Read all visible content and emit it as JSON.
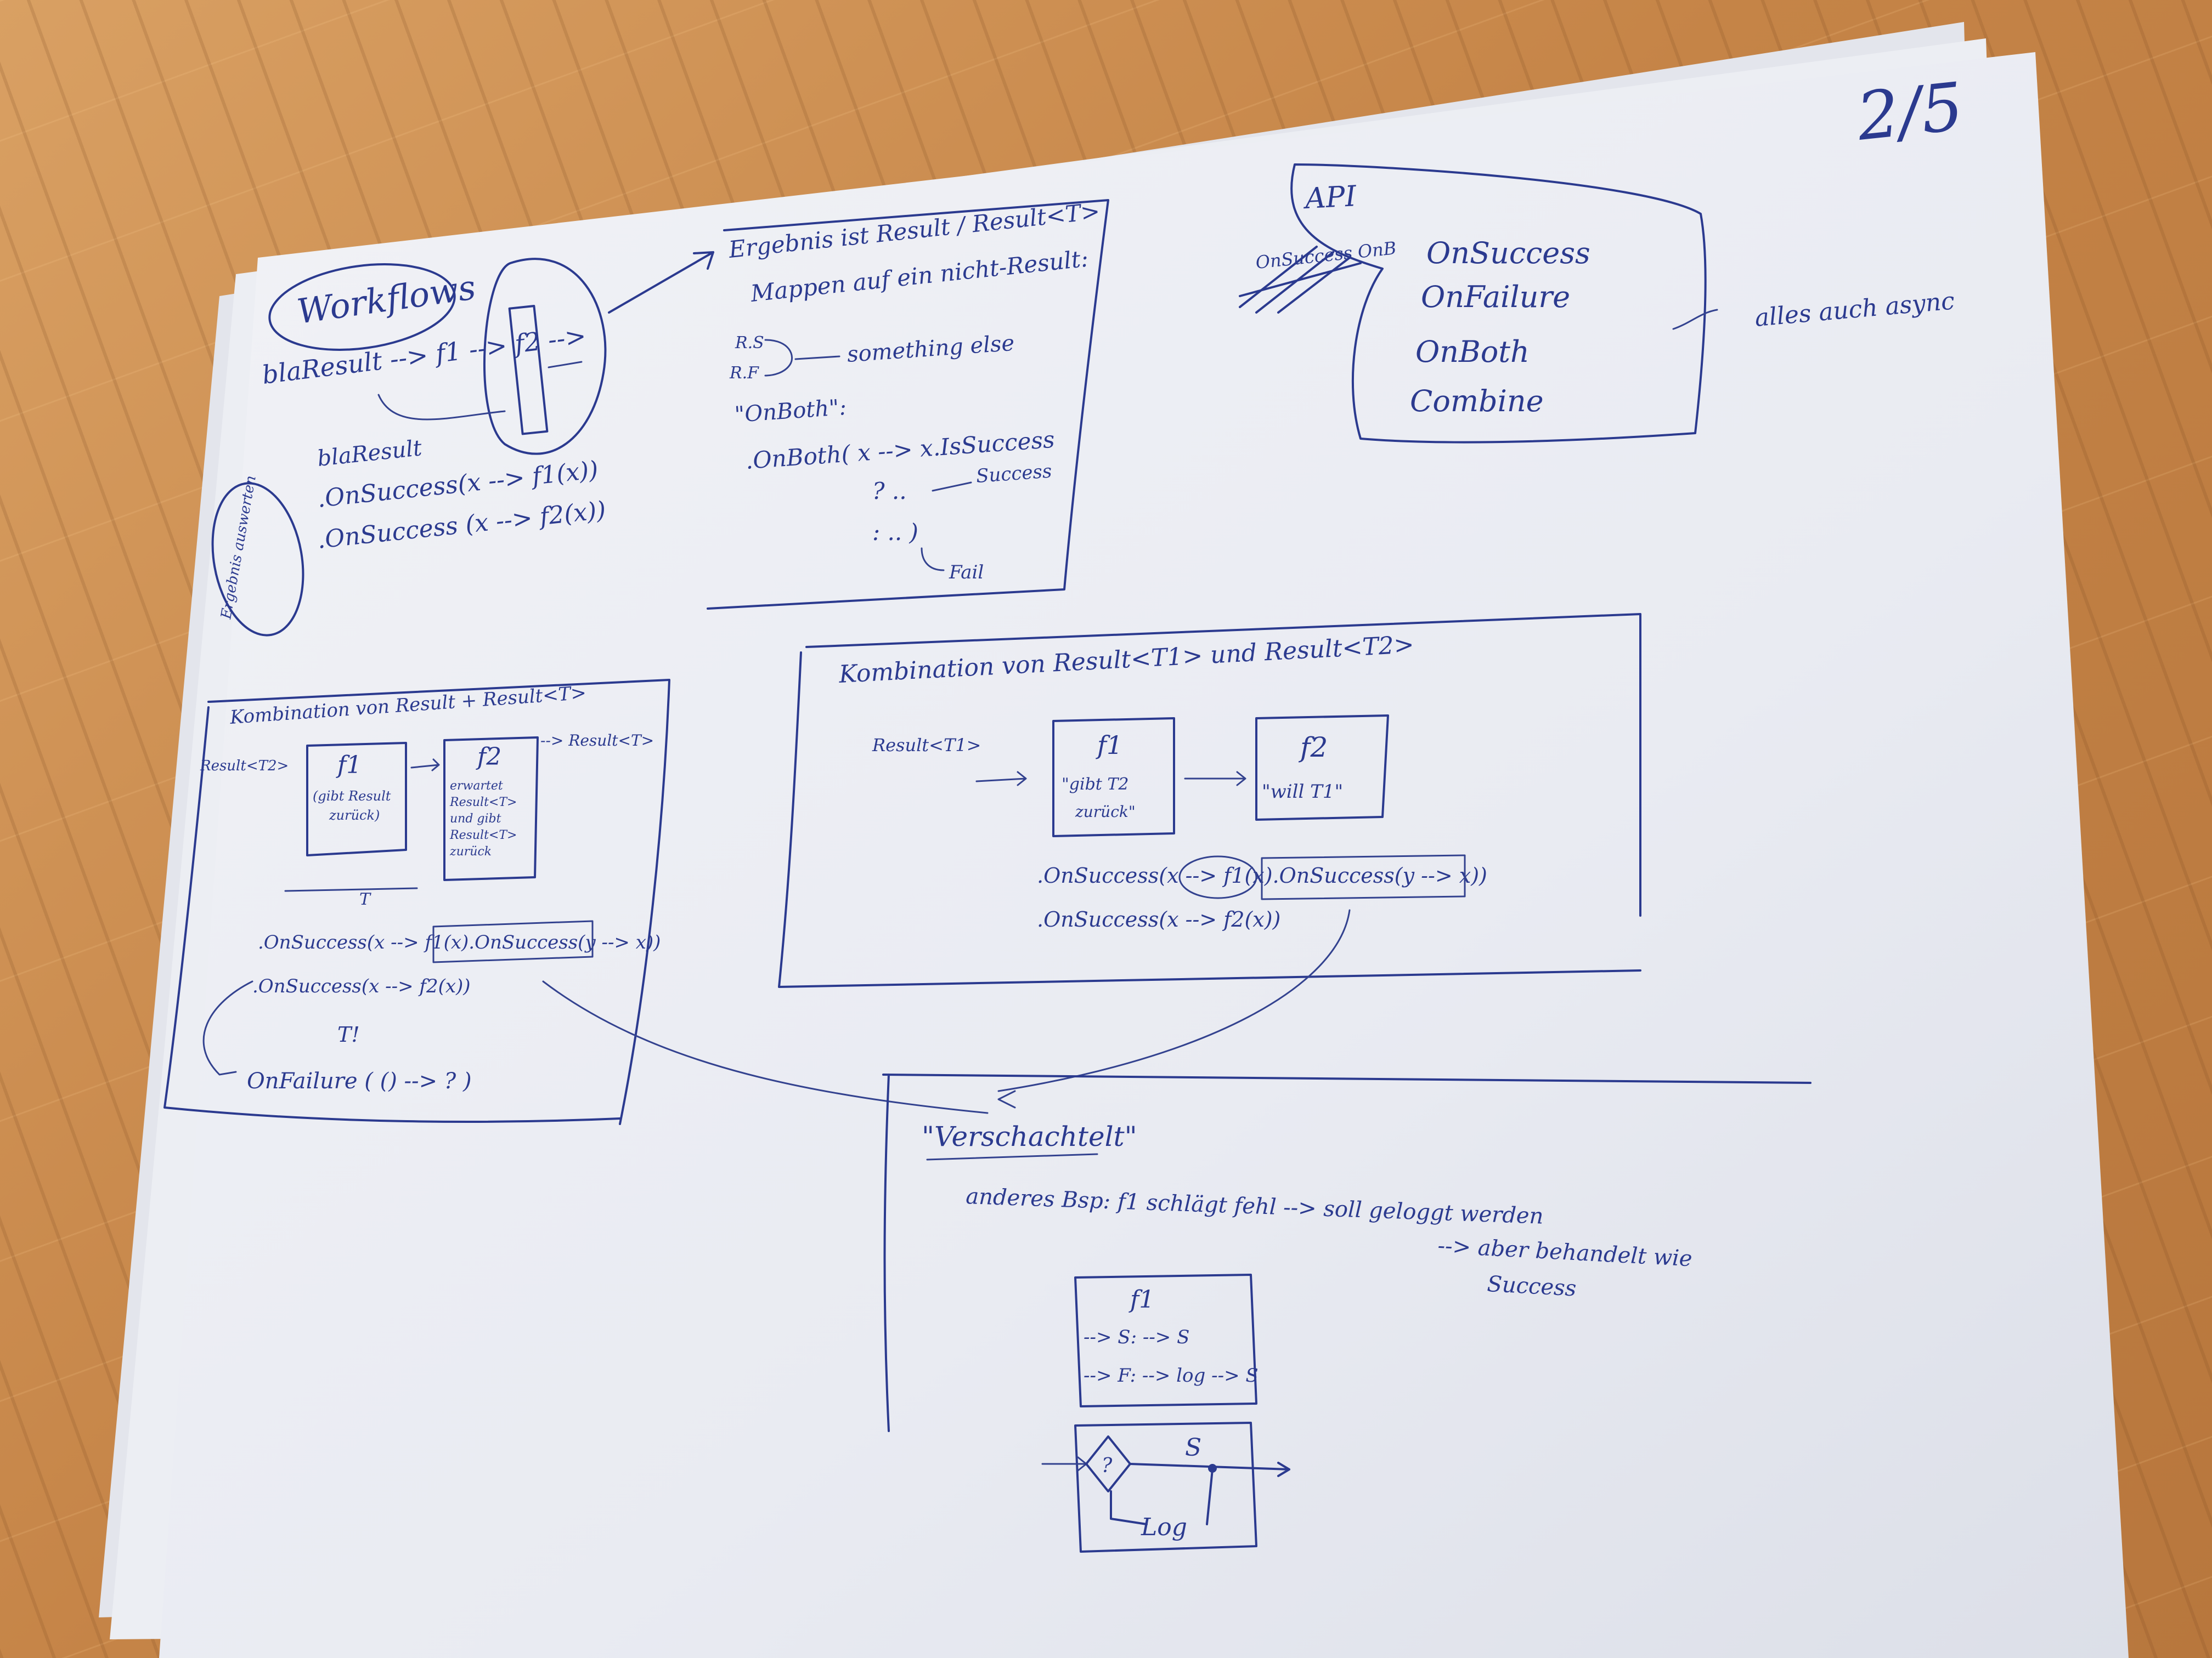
{
  "colors": {
    "ink": "#2b3a8f",
    "paper": "#f4f5f8",
    "floor": "#c98a4a"
  },
  "page_number": "2/5",
  "workflows": {
    "title": "Workflows",
    "line1": "blaResult --> f1 --> f2 -->",
    "code": [
      "blaResult",
      ".OnSuccess(x --> f1(x))",
      ".OnSuccess (x --> f2(x))"
    ],
    "side_note": "Ergebnis auswerten"
  },
  "ergebnis": {
    "title": "Ergebnis ist Result / Result<T>",
    "subtitle": "Mappen auf ein nicht-Result:",
    "rs": "R.S",
    "rf": "R.F",
    "something": "something else",
    "onboth_label": "\"OnBoth\":",
    "onboth_code": ".OnBoth( x --> x.IsSuccess",
    "q": "? ..",
    "colon": ": ..  )",
    "success": "Success",
    "fail": "Fail"
  },
  "api": {
    "title": "API",
    "struck": "OnSuccess OnB",
    "items": [
      "OnSuccess",
      "OnFailure",
      "OnBoth",
      "Combine"
    ],
    "async_note": "alles auch async"
  },
  "kombi1": {
    "title": "Kombination von Result + Result<T>",
    "input": "Result<T2>",
    "f1": {
      "name": "f1",
      "desc": [
        "(gibt Result",
        "zurück)"
      ]
    },
    "f2": {
      "name": "f2",
      "desc": [
        "erwartet",
        "Result<T>",
        "und gibt",
        "Result<T>",
        "zurück"
      ]
    },
    "output": "--> Result<T>",
    "t_mark": "T",
    "line1": ".OnSuccess(x --> f1(x).OnSuccess(y --> x))",
    "line2": ".OnSuccess(x --> f2(x))",
    "t_bang": "T!",
    "line3": "OnFailure ( () --> ? )"
  },
  "kombi2": {
    "title": "Kombination von Result<T1> und Result<T2>",
    "input": "Result<T1>",
    "f1": {
      "name": "f1",
      "desc": [
        "\"gibt T2",
        "zurück\""
      ]
    },
    "f2": {
      "name": "f2",
      "desc": [
        "\"will T1\""
      ]
    },
    "line1": ".OnSuccess(x --> f1(x).OnSuccess(y --> x))",
    "line2": ".OnSuccess(x --> f2(x))"
  },
  "verschachtelt": {
    "title": "\"Verschachtelt\"",
    "line1": "anderes Bsp: f1 schlägt fehl --> soll geloggt werden",
    "line2": "--> aber behandelt wie",
    "line3": "Success",
    "box_title": "f1",
    "box_l1": "--> S: --> S",
    "box_l2": "--> F: --> log --> S",
    "diagram_s": "S",
    "diagram_q": "?",
    "diagram_log": "Log"
  }
}
